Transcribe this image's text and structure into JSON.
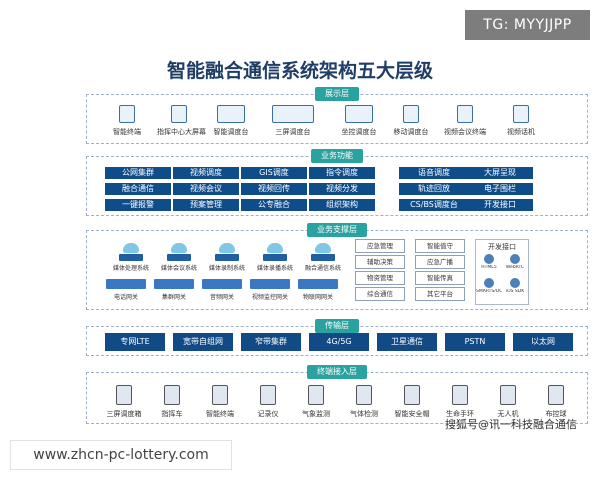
{
  "watermark_top": "TG: MYYJJPP",
  "title": "智能融合通信系统架构五大层级",
  "layers": {
    "display": {
      "label": "展示层",
      "items": [
        "智能终端",
        "指挥中心大屏幕",
        "智能调度台",
        "三屏调度台",
        "坐控调度台",
        "移动调度台",
        "视频会议终端",
        "视频话机"
      ]
    },
    "business": {
      "label": "业务功能",
      "grid": [
        [
          "公网集群",
          "视频调度",
          "GIS调度",
          "指令调度",
          "语音调度",
          "大屏呈现"
        ],
        [
          "融合通信",
          "视频会议",
          "视频回传",
          "视频分发",
          "轨迹回放",
          "电子围栏"
        ],
        [
          "一键报警",
          "预案管理",
          "公专融合",
          "组织架构",
          "CS/BS调度台",
          "开发接口"
        ]
      ]
    },
    "support": {
      "label": "业务支撑层",
      "servers": [
        "媒体处理系统",
        "媒体会议系统",
        "媒体录制系统",
        "媒体录播系统",
        "融合通信系统"
      ],
      "gateways": [
        "电话网关",
        "集群网关",
        "音频网关",
        "视频监控网关",
        "物联网网关"
      ],
      "col1": [
        "应急管理",
        "辅助决策",
        "物资管理",
        "综合通信"
      ],
      "col2": [
        "智能值守",
        "应急广播",
        "智能传真",
        "其它平台"
      ],
      "api_label": "开发接口",
      "api_items": [
        "HTML5",
        "WebRTC",
        "SMARTS/OCR",
        "iOS SDK"
      ]
    },
    "transport": {
      "label": "传输层",
      "items": [
        "专网LTE",
        "宽带自组网",
        "窄带集群",
        "4G/5G",
        "卫星通信",
        "PSTN",
        "以太网"
      ]
    },
    "access": {
      "label": "终端接入层",
      "items": [
        "三屏调度箱",
        "指挥车",
        "智能终端",
        "记录仪",
        "气象监测",
        "气体检测",
        "智能安全帽",
        "生命手环",
        "无人机",
        "布控球"
      ]
    }
  },
  "watermark_right": "搜狐号@讯一科技融合通信",
  "watermark_bottom": "www.zhcn-pc-lottery.com"
}
